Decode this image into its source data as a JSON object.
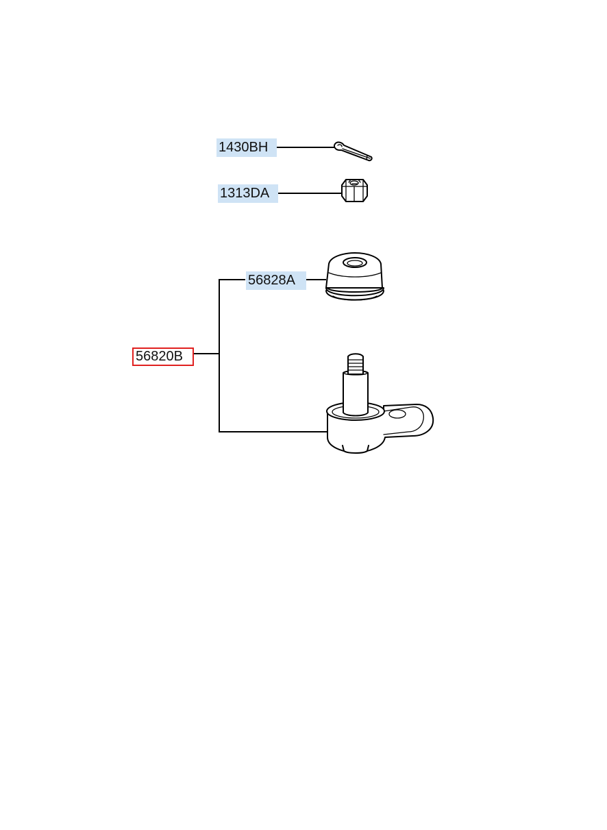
{
  "parts": [
    {
      "id": "cotter-pin",
      "number": "1430BH",
      "highlighted": true,
      "selected": false
    },
    {
      "id": "castle-nut",
      "number": "1313DA",
      "highlighted": true,
      "selected": false
    },
    {
      "id": "dust-boot",
      "number": "56828A",
      "highlighted": true,
      "selected": false
    },
    {
      "id": "tie-rod-end",
      "number": "56820B",
      "highlighted": false,
      "selected": true
    }
  ],
  "colors": {
    "highlight": "#cfe3f5",
    "selected_border": "#e0201f",
    "line": "#000000"
  }
}
